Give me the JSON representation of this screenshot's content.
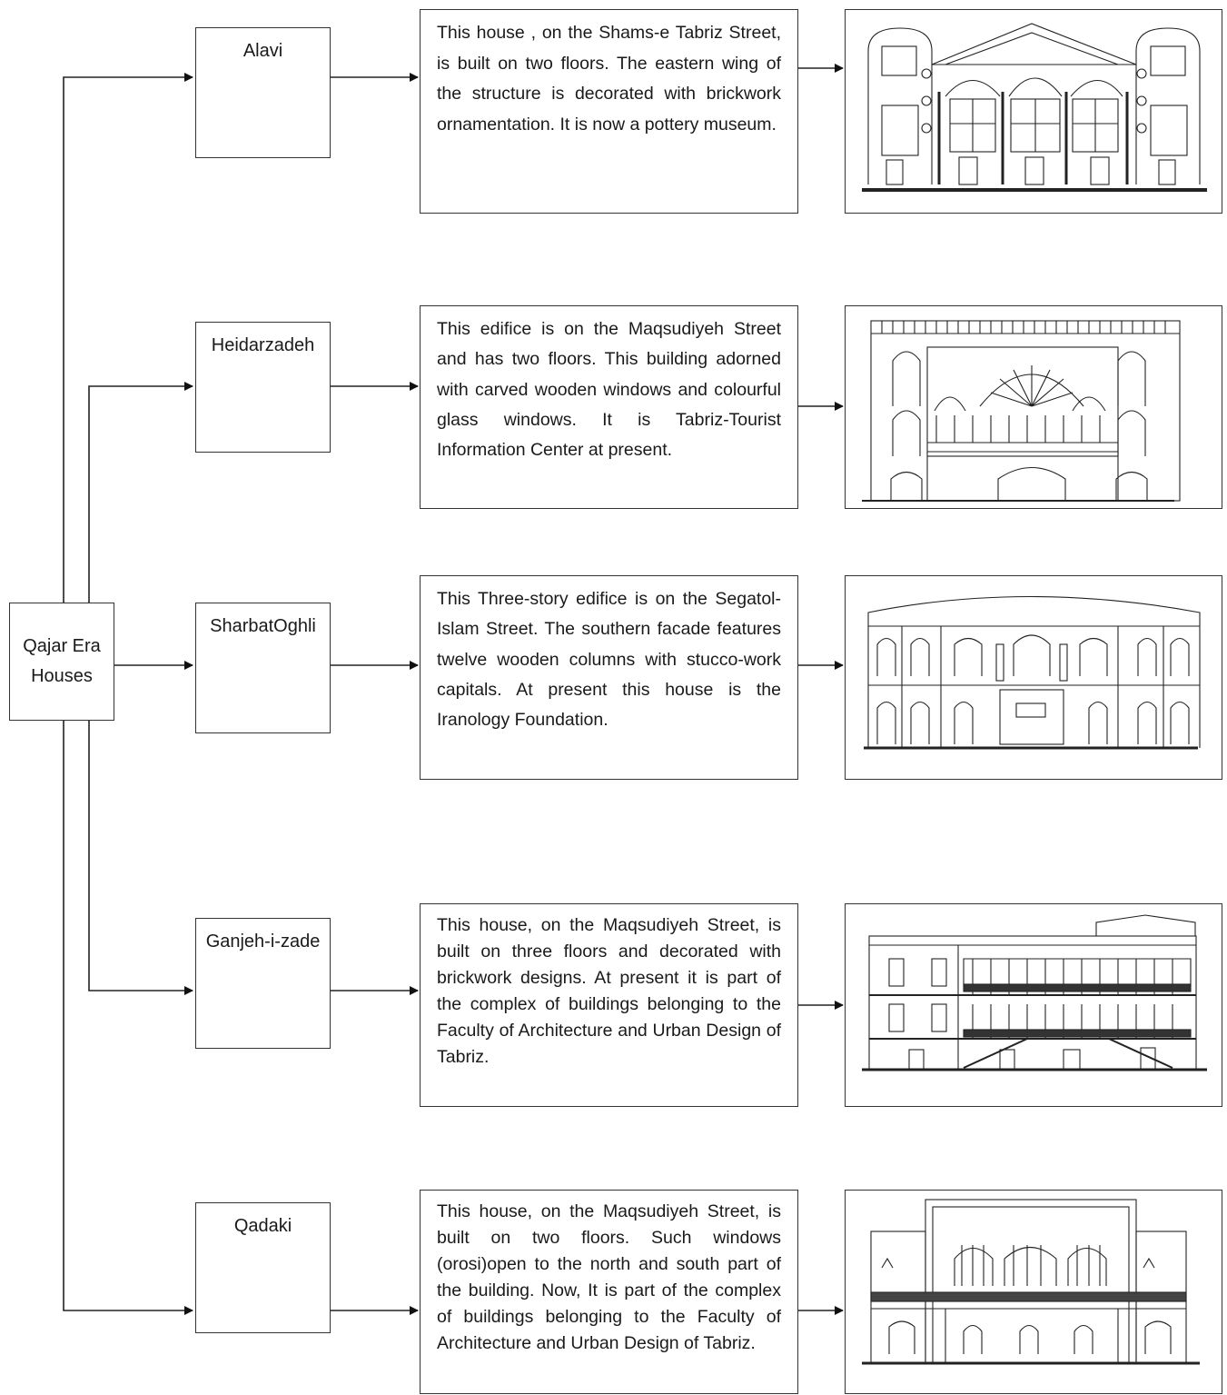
{
  "root": {
    "line1": "Qajar Era",
    "line2": "Houses"
  },
  "houses": [
    {
      "name": "Alavi",
      "description": "This house , on the Shams-e Tabriz Street, is built on two floors. The eastern wing of the structure is decorated with brickwork ornamentation. It is now a pottery museum.",
      "drawing_icon": "facade-drawing-icon"
    },
    {
      "name": "Heidarzadeh",
      "description": "This edifice is on the  Maqsudiyeh Street and has two floors. This building adorned with carved wooden windows and colourful glass windows. It is Tabriz-Tourist Information Center at present.",
      "drawing_icon": "facade-drawing-icon"
    },
    {
      "name": "SharbatOghli",
      "description": "This Three-story edifice is on the Segatol-Islam Street. The southern facade features twelve wooden columns with stucco-work capitals. At present this house is the Iranology Foundation.",
      "drawing_icon": "facade-drawing-icon"
    },
    {
      "name": "Ganjeh-i-zade",
      "description": "This house, on the Maqsudiyeh Street, is built on three floors and decorated with brickwork designs. At present it is part of the complex of buildings belonging to the Faculty of Architecture and Urban Design of Tabriz.",
      "drawing_icon": "facade-drawing-icon"
    },
    {
      "name": "Qadaki",
      "description": "This house, on the Maqsudiyeh Street, is built on two floors. Such windows (orosi)open to the north and south part of the building. Now, It is part of the complex of buildings belonging to the Faculty of  Architecture and Urban Design of Tabriz.",
      "drawing_icon": "facade-drawing-icon"
    }
  ]
}
